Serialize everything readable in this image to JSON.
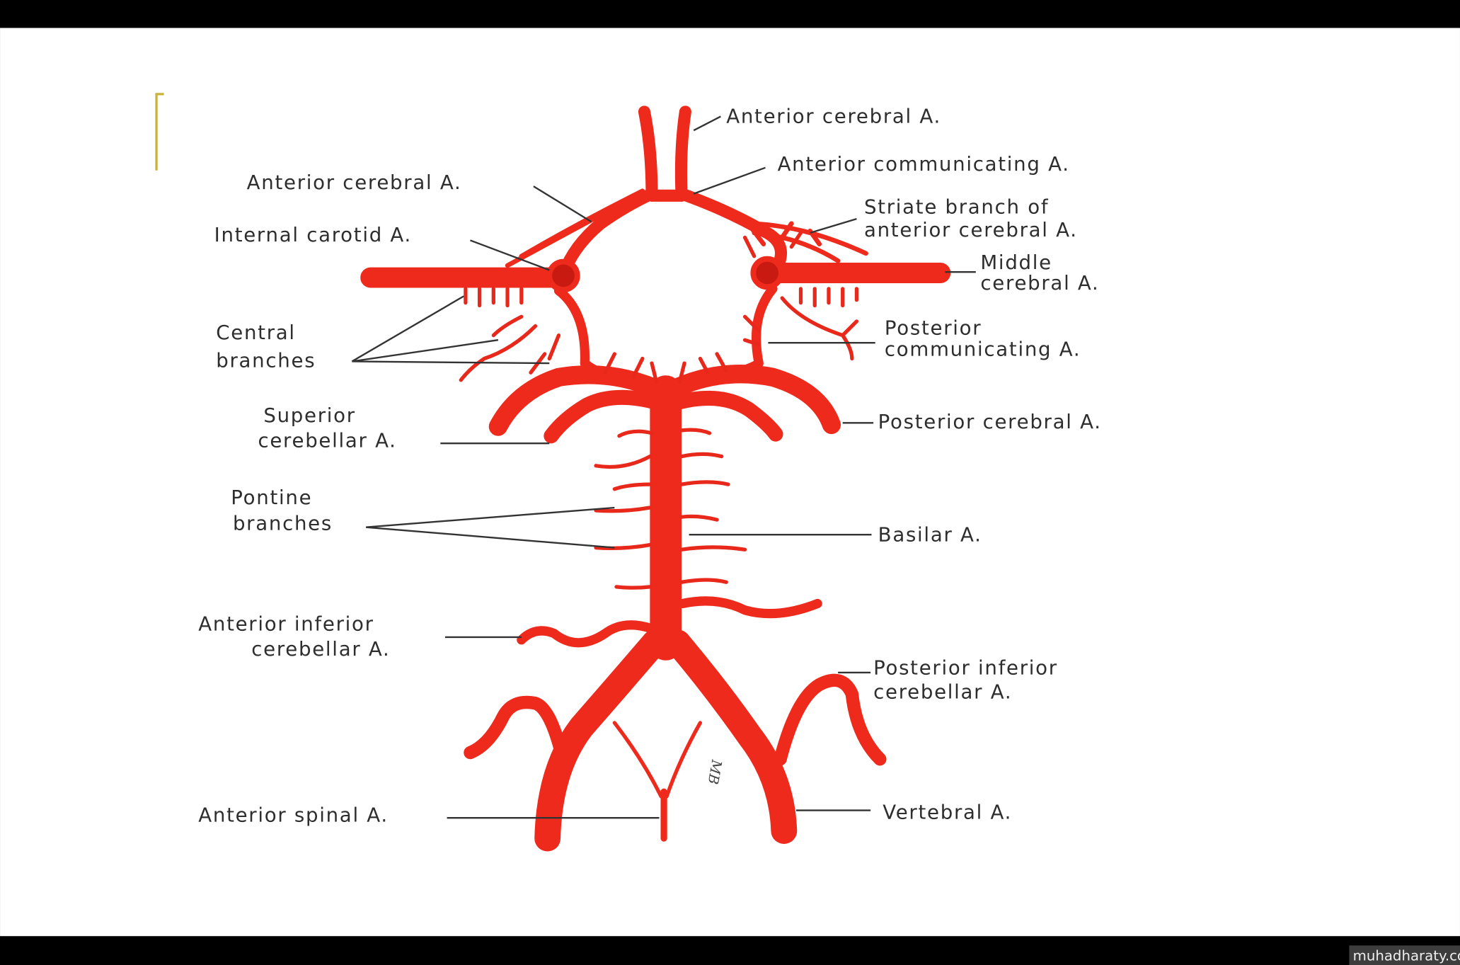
{
  "diagram": {
    "labels": {
      "aca_top": "Anterior cerebral A.",
      "acom": "Anterior communicating A.",
      "aca_left": "Anterior cerebral A.",
      "striate_1": "Striate branch of",
      "striate_2": "anterior cerebral A.",
      "ica": "Internal carotid A.",
      "mca_1": "Middle",
      "mca_2": "cerebral A.",
      "central_1": "Central",
      "central_2": "branches",
      "pcom_1": "Posterior",
      "pcom_2": "communicating A.",
      "sca_1": "Superior",
      "sca_2": "cerebellar A.",
      "pca": "Posterior cerebral A.",
      "pontine_1": "Pontine",
      "pontine_2": "branches",
      "basilar": "Basilar A.",
      "aica_1": "Anterior inferior",
      "aica_2": "cerebellar A.",
      "pica_1": "Posterior inferior",
      "pica_2": "cerebellar A.",
      "spinal": "Anterior spinal A.",
      "vertebral": "Vertebral A."
    },
    "signature": "MB",
    "vessel_color": "#ee2a1c"
  },
  "watermark": "muhadharaty.com"
}
